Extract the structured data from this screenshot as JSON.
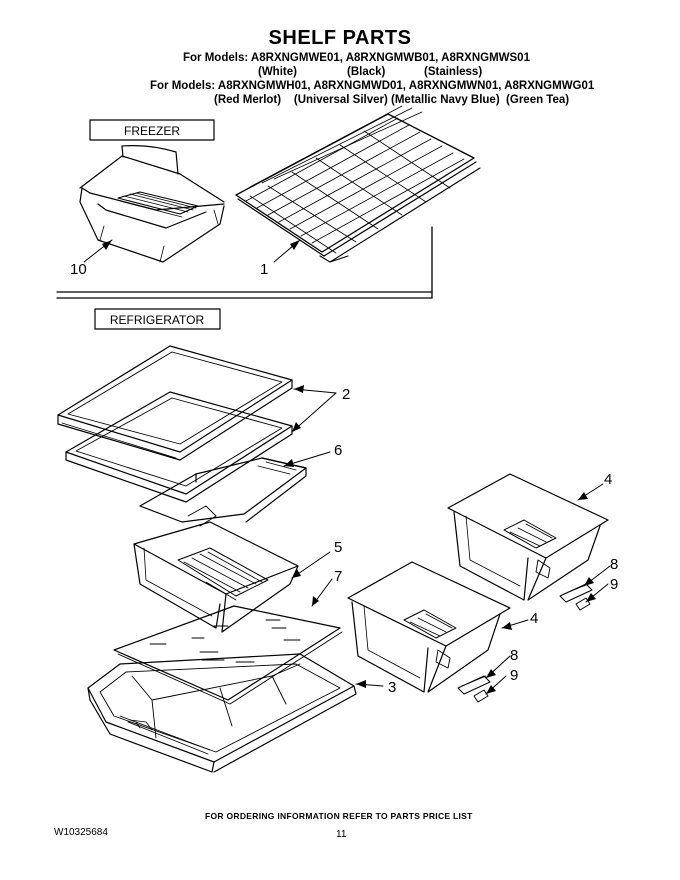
{
  "header": {
    "title": "SHELF PARTS",
    "models_line_1": "For Models: A8RXNGMWE01, A8RXNGMWB01,  A8RXNGMWS01",
    "colors_line_1": [
      "(White)",
      "(Black)",
      "(Stainless)"
    ],
    "models_line_2": "For Models: A8RXNGMWH01, A8RXNGMWD01, A8RXNGMWN01, A8RXNGMWG01",
    "colors_line_2": "(Red Merlot)    (Universal Silver) (Metallic Navy Blue)  (Green Tea)"
  },
  "sections": {
    "freezer": "FREEZER",
    "refrigerator": "REFRIGERATOR"
  },
  "callouts": {
    "c10": "10",
    "c1": "1",
    "c2": "2",
    "c6": "6",
    "c5": "5",
    "c7": "7",
    "c3": "3",
    "c4a": "4",
    "c8a": "8",
    "c9a": "9",
    "c4b": "4",
    "c8b": "8",
    "c9b": "9"
  },
  "footer": {
    "notice": "FOR ORDERING INFORMATION REFER TO PARTS PRICE LIST",
    "doc_number": "W10325684",
    "page_number": "11"
  }
}
